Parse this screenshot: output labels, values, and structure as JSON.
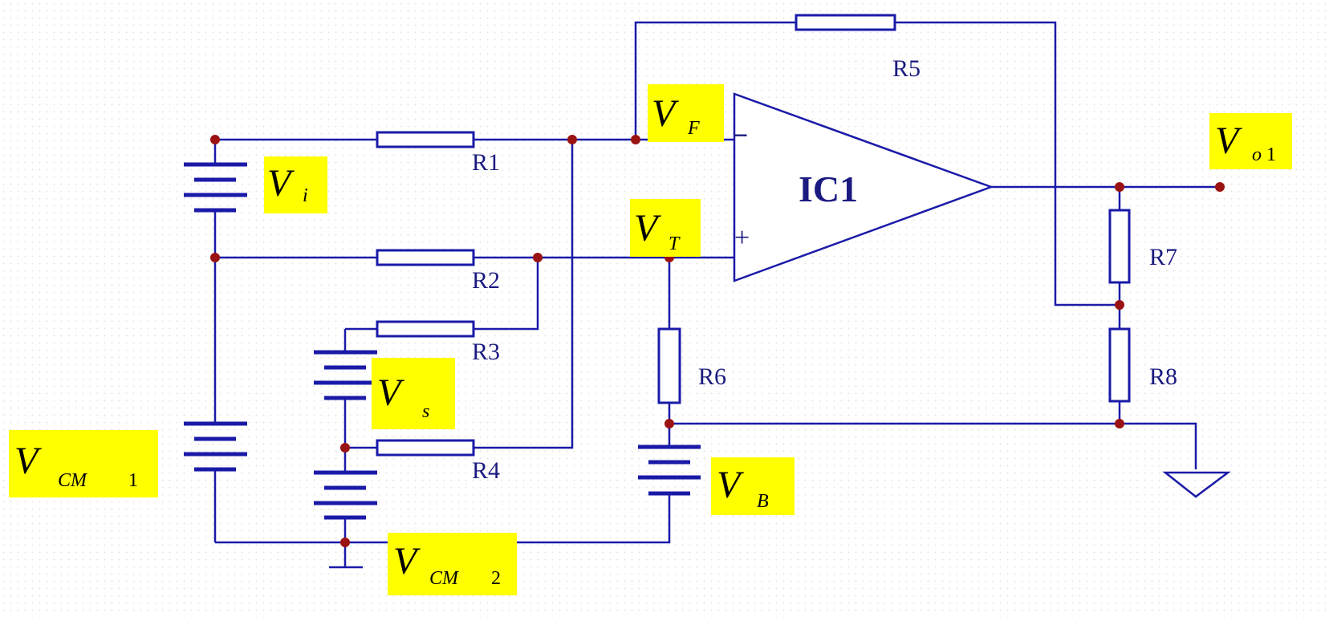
{
  "opamp": {
    "label": "IC1",
    "inverting_sign": "−",
    "noninverting_sign": "+"
  },
  "resistors": {
    "r1": "R1",
    "r2": "R2",
    "r3": "R3",
    "r4": "R4",
    "r5": "R5",
    "r6": "R6",
    "r7": "R7",
    "r8": "R8"
  },
  "voltages": {
    "vi": {
      "main": "V",
      "sub": "i"
    },
    "vf": {
      "main": "V",
      "sub": "F"
    },
    "vt": {
      "main": "V",
      "sub": "T"
    },
    "vs": {
      "main": "V",
      "sub": "s"
    },
    "vb": {
      "main": "V",
      "sub": "B"
    },
    "vcm1": {
      "main": "V",
      "sub": "CM",
      "index": "1"
    },
    "vcm2": {
      "main": "V",
      "sub": "CM",
      "index": "2"
    },
    "vo1": {
      "main": "V",
      "sub": "o",
      "index": "1"
    }
  },
  "colors": {
    "wire": "#1a1aa8",
    "node": "#9a1212",
    "label_fill": "#ffff00",
    "label_text": "#1a1a80"
  }
}
